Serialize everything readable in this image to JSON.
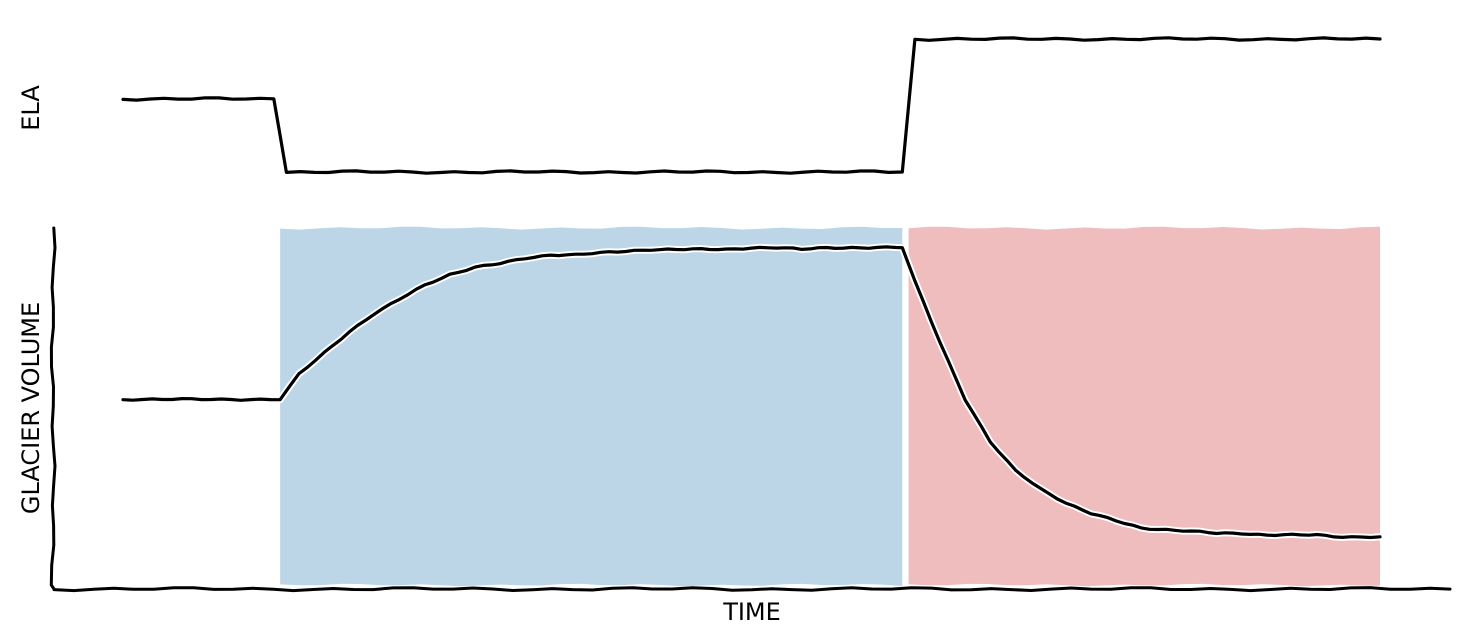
{
  "chart_data": [
    {
      "type": "line",
      "panel": "top",
      "ylabel": "ELA",
      "x": [
        0,
        0.12,
        0.13,
        0.62,
        0.63,
        1.0
      ],
      "series": [
        {
          "values": [
            0.55,
            0.55,
            0.0,
            0.0,
            1.0,
            1.0
          ]
        }
      ],
      "xlim": [
        0,
        1
      ],
      "ylim": [
        0,
        1
      ],
      "grid": false
    },
    {
      "type": "area",
      "panel": "bottom",
      "ylabel": "GLACIER VOLUME",
      "xlabel": "TIME",
      "x": [
        0,
        0.125,
        0.14,
        0.16,
        0.18,
        0.2,
        0.22,
        0.24,
        0.26,
        0.28,
        0.3,
        0.32,
        0.34,
        0.36,
        0.38,
        0.4,
        0.42,
        0.44,
        0.46,
        0.48,
        0.5,
        0.52,
        0.54,
        0.56,
        0.58,
        0.6,
        0.615,
        0.62,
        0.63,
        0.65,
        0.67,
        0.69,
        0.71,
        0.73,
        0.75,
        0.77,
        0.79,
        0.81,
        0.83,
        0.85,
        0.87,
        0.89,
        0.91,
        0.93,
        0.95,
        0.97,
        1.0
      ],
      "series": [
        {
          "values": [
            0.52,
            0.52,
            0.59,
            0.65,
            0.71,
            0.76,
            0.8,
            0.84,
            0.87,
            0.89,
            0.9,
            0.915,
            0.925,
            0.925,
            0.93,
            0.935,
            0.94,
            0.94,
            0.94,
            0.94,
            0.945,
            0.945,
            0.94,
            0.945,
            0.945,
            0.945,
            0.945,
            0.945,
            0.85,
            0.68,
            0.52,
            0.4,
            0.32,
            0.27,
            0.23,
            0.2,
            0.18,
            0.16,
            0.155,
            0.15,
            0.145,
            0.145,
            0.14,
            0.14,
            0.14,
            0.135,
            0.135
          ]
        }
      ],
      "shaded_regions": [
        {
          "x": [
            0.125,
            0.62
          ],
          "color": "#bcd6e8"
        },
        {
          "x": [
            0.625,
            1.0
          ],
          "color": "#f0bdbf"
        }
      ],
      "xlim": [
        0,
        1
      ],
      "ylim": [
        0,
        1
      ],
      "grid": false
    }
  ]
}
